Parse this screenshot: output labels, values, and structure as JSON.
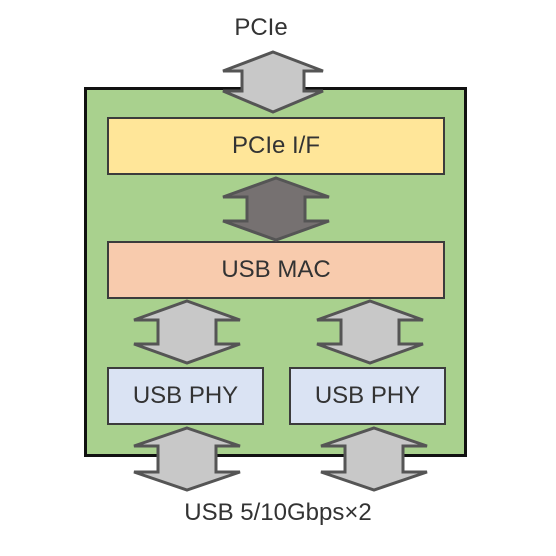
{
  "top_label": "PCIe",
  "bottom_label": "USB 5/10Gbps×2",
  "blocks": {
    "pcie_if": "PCIe I/F",
    "usb_mac": "USB MAC",
    "usb_phy_1": "USB PHY",
    "usb_phy_2": "USB PHY"
  },
  "colors": {
    "board": "#a9d18e",
    "pcie_if": "#ffe699",
    "usb_mac": "#f8cbad",
    "usb_phy": "#dae3f3",
    "arrow_light": "#c8c8c8",
    "arrow_dark": "#767171",
    "arrow_stroke": "#555555"
  },
  "icons": {
    "connector_arrow": "double-headed-vertical-arrow"
  }
}
